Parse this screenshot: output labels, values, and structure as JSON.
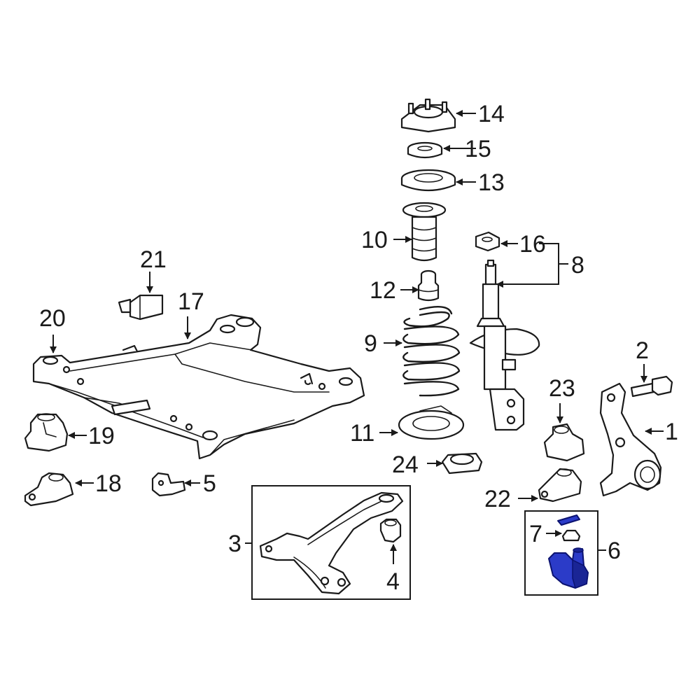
{
  "callouts": {
    "c1": "1",
    "c2": "2",
    "c3": "3",
    "c4": "4",
    "c5": "5",
    "c6": "6",
    "c7": "7",
    "c8": "8",
    "c9": "9",
    "c10": "10",
    "c11": "11",
    "c12": "12",
    "c13": "13",
    "c14": "14",
    "c15": "15",
    "c16": "16",
    "c17": "17",
    "c18": "18",
    "c19": "19",
    "c20": "20",
    "c21": "21",
    "c22": "22",
    "c23": "23",
    "c24": "24"
  },
  "colors": {
    "highlight": "#2b3bc8",
    "line": "#1a1a1a",
    "background": "#ffffff"
  }
}
